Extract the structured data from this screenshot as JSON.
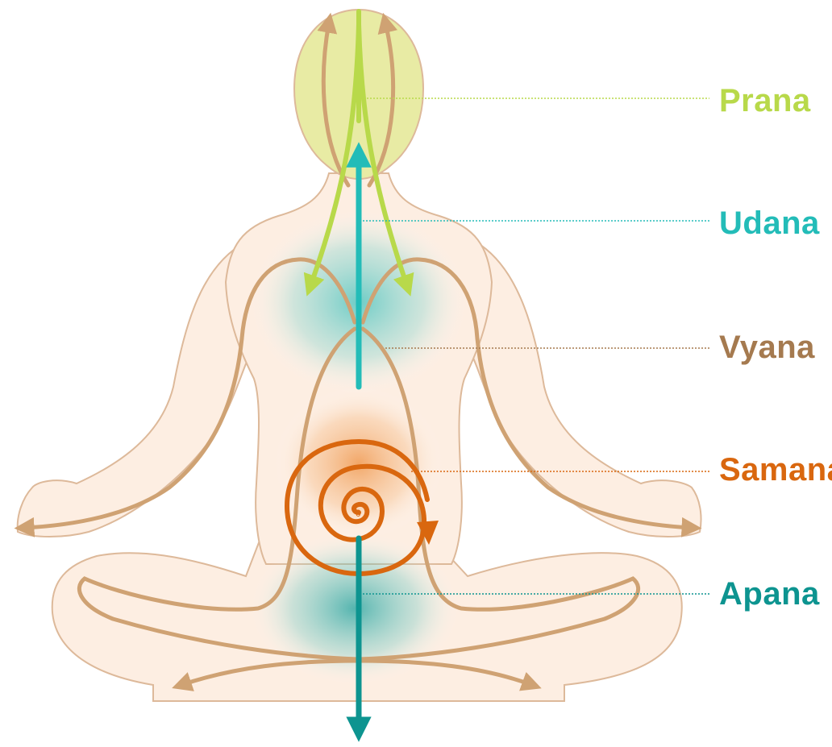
{
  "labels": {
    "prana": "Prana",
    "udana": "Udana",
    "vyana": "Vyana",
    "samana": "Samana",
    "apana": "Apana"
  },
  "colors": {
    "prana": "#b8d94a",
    "udana": "#23bcb8",
    "vyana": "#a57a4f",
    "samana": "#d9670f",
    "apana": "#0d9490",
    "body_fill": "#fdeee2",
    "body_outline": "#ddb99a",
    "head_fill": "#e8eba4",
    "channel": "#cfa273"
  }
}
